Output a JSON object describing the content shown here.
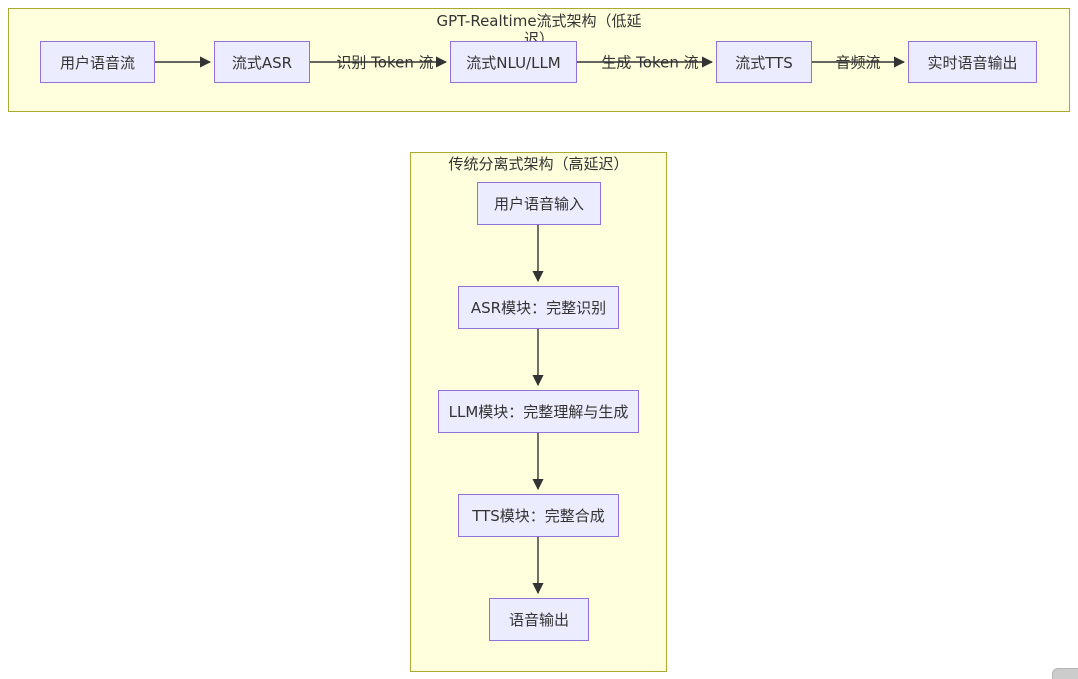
{
  "colors": {
    "node_fill": "#ECECFF",
    "node_border": "#9370DB",
    "cluster_fill": "#ffffde",
    "cluster_border": "#aaaa33",
    "edge_color": "#333333",
    "text_color": "#333333",
    "widget_color": "#cccccc"
  },
  "top": {
    "title": "GPT-Realtime流式架构（低延迟）",
    "nodes": [
      "用户语音流",
      "流式ASR",
      "流式NLU/LLM",
      "流式TTS",
      "实时语音输出"
    ],
    "edge_labels": [
      "识别 Token 流",
      "生成 Token 流",
      "音频流"
    ]
  },
  "bottom": {
    "title": "传统分离式架构（高延迟）",
    "nodes": [
      "用户语音输入",
      "ASR模块：完整识别",
      "LLM模块：完整理解与生成",
      "TTS模块：完整合成",
      "语音输出"
    ]
  }
}
